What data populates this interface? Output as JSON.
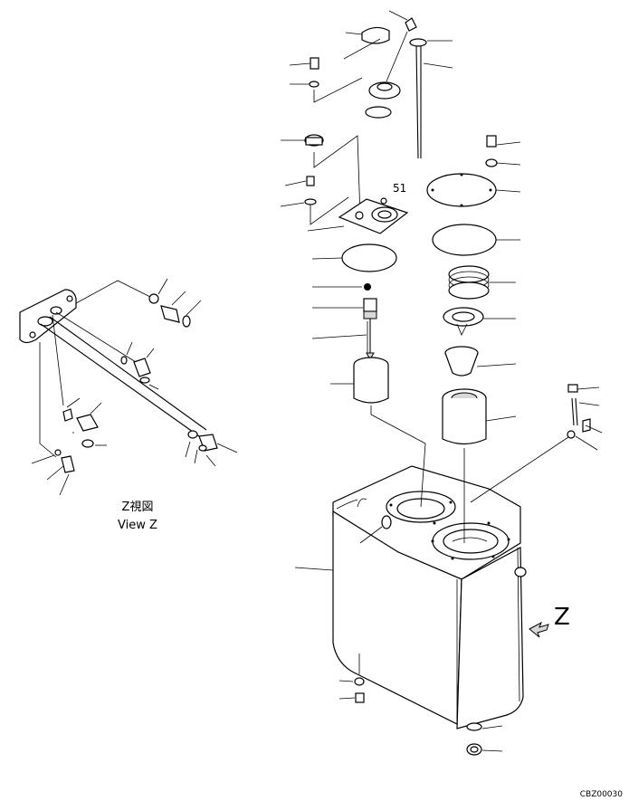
{
  "callout_number": "51",
  "view_label_jp": "Z視図",
  "view_label_en": "View Z",
  "view_arrow_letter": "Z",
  "drawing_code": "CBZ00030"
}
